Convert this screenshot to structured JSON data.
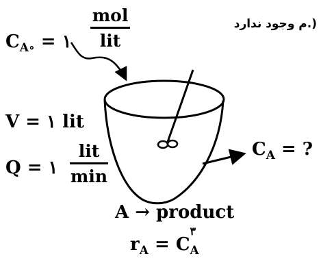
{
  "header_text": "م وجود ندارد.)",
  "feed_concentration": {
    "symbol": "C",
    "subscript": "A∘",
    "equals": "=",
    "value": "۱",
    "unit_numerator": "mol",
    "unit_denominator": "lit"
  },
  "volume": {
    "text": "V = ۱ lit"
  },
  "flow_rate": {
    "text": "Q = ۱",
    "unit_numerator": "lit",
    "unit_denominator": "min"
  },
  "outlet_concentration": {
    "symbol": "C",
    "subscript": "A",
    "rest": "= ?"
  },
  "reaction": {
    "text": "A → product"
  },
  "rate_law": {
    "r": "r",
    "r_subscript": "A",
    "equals": "=",
    "c": "C",
    "c_superscript": "۳",
    "c_subscript": "A"
  }
}
